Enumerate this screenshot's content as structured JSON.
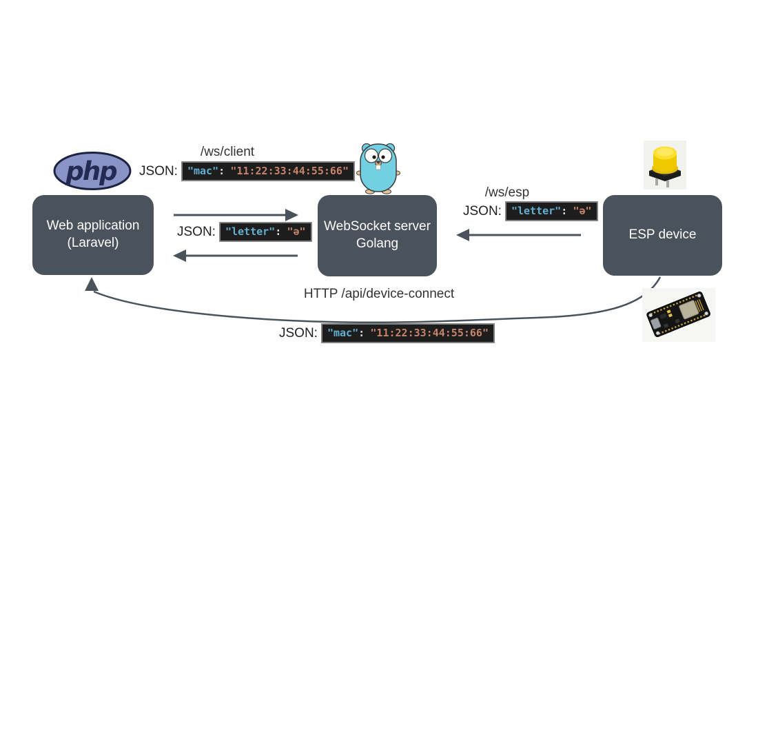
{
  "diagram": {
    "nodes": {
      "web_app": {
        "line1": "Web application",
        "line2": "(Laravel)"
      },
      "ws_server": {
        "line1": "WebSocket server",
        "line2": "Golang"
      },
      "esp_device": {
        "line1": "ESP device"
      }
    },
    "edge_labels": {
      "ws_client": "/ws/client",
      "ws_esp": "/ws/esp",
      "http_connect": "HTTP /api/device-connect"
    },
    "snippets": {
      "mac_top": {
        "label": "JSON:",
        "key": "\"mac\"",
        "sep": ":",
        "value": "\"11:22:33:44:55:66\""
      },
      "letter_mid": {
        "label": "JSON:",
        "key": "\"letter\"",
        "sep": ":",
        "value": "\"ə\""
      },
      "letter_right": {
        "label": "JSON:",
        "key": "\"letter\"",
        "sep": ":",
        "value": "\"ə\""
      },
      "mac_bottom": {
        "label": "JSON:",
        "key": "\"mac\"",
        "sep": ":",
        "value": "\"11:22:33:44:55:66\""
      }
    },
    "php_logo_text": "php",
    "colors": {
      "node_bg": "#4a525b",
      "arrow": "#4a525b",
      "code_bg": "#1d1d1d",
      "code_key": "#64aed0",
      "code_value": "#c6846a",
      "code_sep": "#dcdcdc",
      "php_fill": "#8a93c6",
      "php_text": "#232b52",
      "gopher_blue": "#73cfe2"
    }
  }
}
